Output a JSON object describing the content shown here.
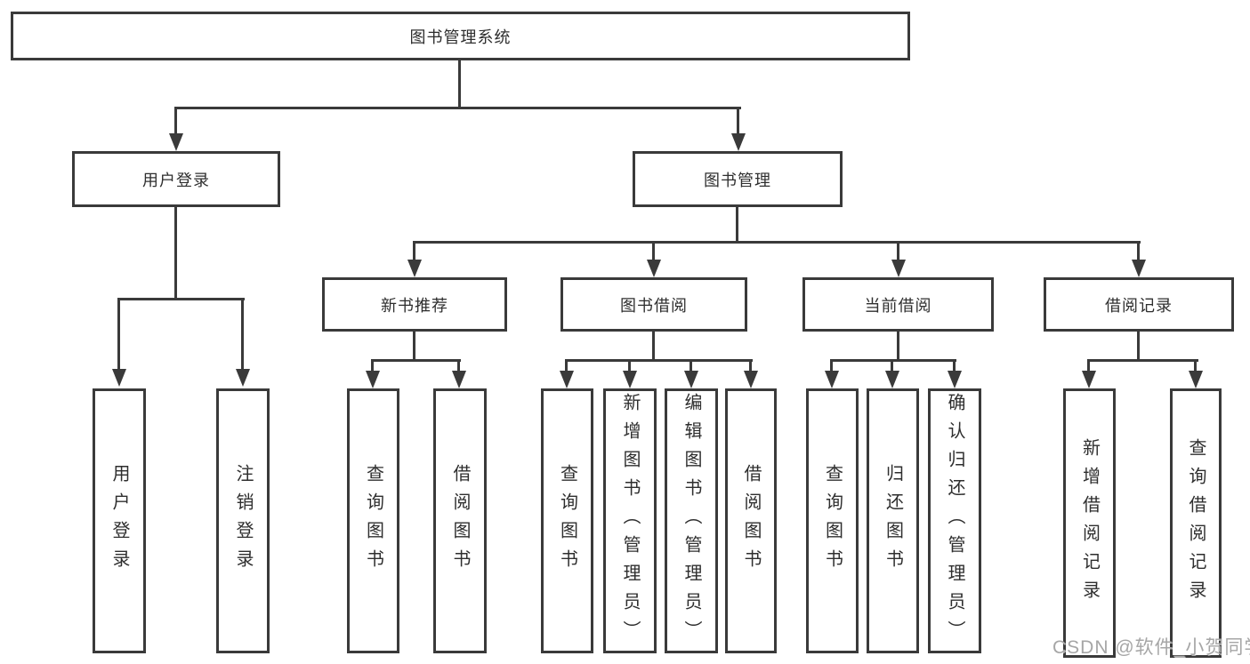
{
  "diagram": {
    "title": "图书管理系统",
    "root": {
      "label": "图书管理系统"
    },
    "level2": [
      {
        "label": "用户登录"
      },
      {
        "label": "图书管理"
      }
    ],
    "level3": [
      {
        "label": "新书推荐"
      },
      {
        "label": "图书借阅"
      },
      {
        "label": "当前借阅"
      },
      {
        "label": "借阅记录"
      }
    ],
    "leaves": {
      "user_login": [
        "用户登录",
        "注销登录"
      ],
      "new_book": [
        "查询图书",
        "借阅图书"
      ],
      "book_borrow": [
        "查询图书",
        "新增图书（管理员）",
        "编辑图书（管理员）",
        "借阅图书"
      ],
      "current_borrow": [
        "查询图书",
        "归还图书",
        "确认归还（管理员）"
      ],
      "borrow_record": [
        "新增借阅记录",
        "查询借阅记录"
      ]
    },
    "line_color": "#3a3a3a",
    "background_color": "#ffffff"
  },
  "watermark": {
    "text": "CSDN @软件_小贺同学"
  }
}
